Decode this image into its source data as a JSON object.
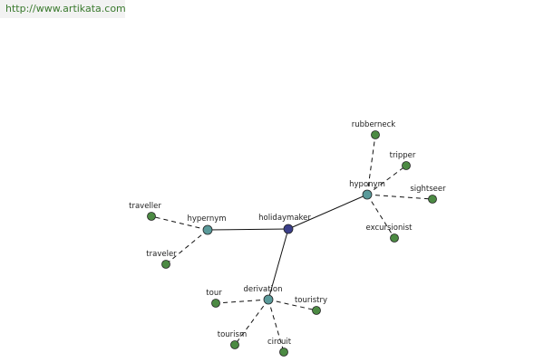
{
  "site_url": "http://www.artikata.com",
  "colors": {
    "center": "#3b3f8a",
    "relation": "#5a9a9a",
    "leaf": "#4c8a43",
    "url_text": "#3a7a2e"
  },
  "graph": {
    "center": {
      "id": "holidaymaker",
      "label": "holidaymaker"
    },
    "relations": [
      {
        "id": "hyponym",
        "label": "hyponym",
        "leaves": [
          {
            "id": "rubberneck",
            "label": "rubberneck"
          },
          {
            "id": "tripper",
            "label": "tripper"
          },
          {
            "id": "sightseer",
            "label": "sightseer"
          },
          {
            "id": "excursionist",
            "label": "excursionist"
          }
        ]
      },
      {
        "id": "hypernym",
        "label": "hypernym",
        "leaves": [
          {
            "id": "traveller",
            "label": "traveller"
          },
          {
            "id": "traveler",
            "label": "traveler"
          }
        ]
      },
      {
        "id": "derivation",
        "label": "derivation",
        "leaves": [
          {
            "id": "tour",
            "label": "tour"
          },
          {
            "id": "touristry",
            "label": "touristry"
          },
          {
            "id": "tourism",
            "label": "tourism"
          },
          {
            "id": "circuit",
            "label": "circuit"
          }
        ]
      }
    ]
  }
}
